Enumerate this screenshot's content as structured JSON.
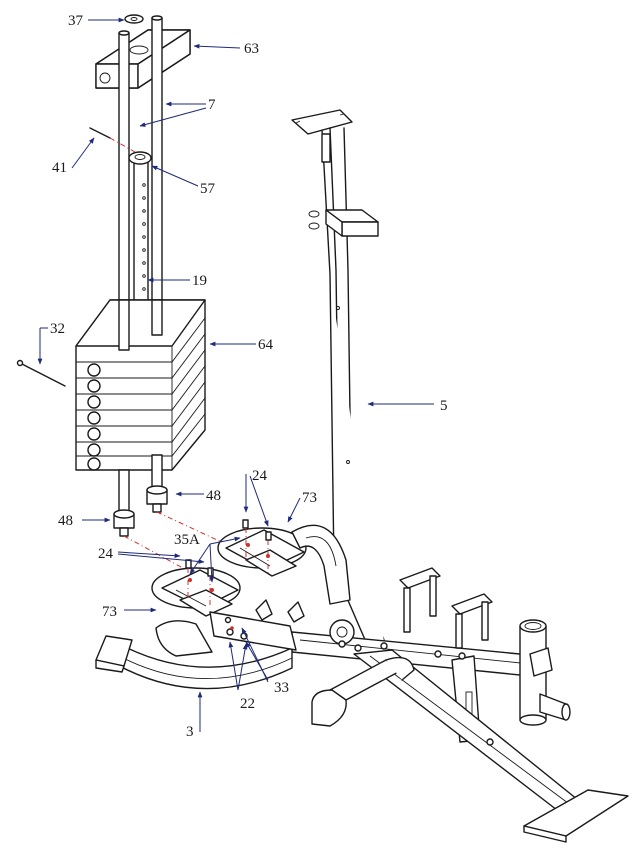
{
  "diagram": {
    "colors": {
      "line": "#1a1a1a",
      "leader": "#1f2a78",
      "axis": "#d03030"
    },
    "callouts": [
      {
        "id": "37",
        "text": "37"
      },
      {
        "id": "63",
        "text": "63"
      },
      {
        "id": "7",
        "text": "7"
      },
      {
        "id": "41",
        "text": "41"
      },
      {
        "id": "57",
        "text": "57"
      },
      {
        "id": "19",
        "text": "19"
      },
      {
        "id": "32",
        "text": "32"
      },
      {
        "id": "64",
        "text": "64"
      },
      {
        "id": "5",
        "text": "5"
      },
      {
        "id": "24a",
        "text": "24"
      },
      {
        "id": "73a",
        "text": "73"
      },
      {
        "id": "48a",
        "text": "48"
      },
      {
        "id": "48b",
        "text": "48"
      },
      {
        "id": "35A",
        "text": "35A"
      },
      {
        "id": "24b",
        "text": "24"
      },
      {
        "id": "73b",
        "text": "73"
      },
      {
        "id": "33",
        "text": "33"
      },
      {
        "id": "22",
        "text": "22"
      },
      {
        "id": "3",
        "text": "3"
      }
    ]
  }
}
